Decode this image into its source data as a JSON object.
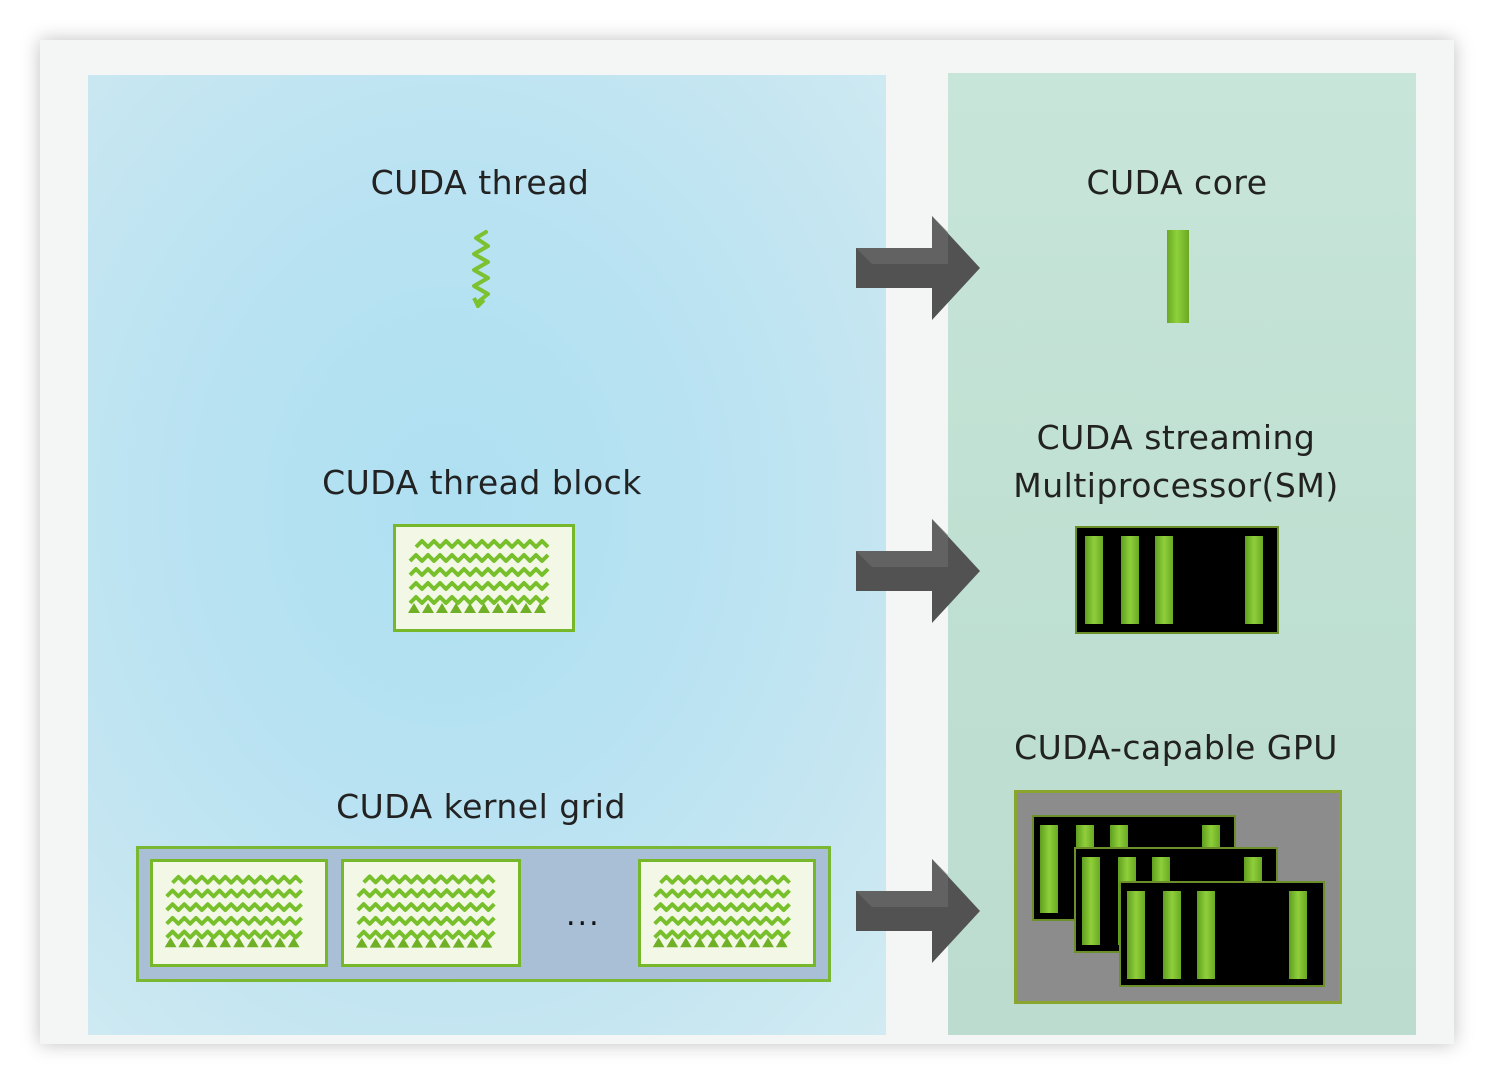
{
  "diagram": {
    "left_column": {
      "items": [
        {
          "label": "CUDA thread"
        },
        {
          "label": "CUDA thread block"
        },
        {
          "label": "CUDA kernel grid",
          "ellipsis": "..."
        }
      ]
    },
    "right_column": {
      "items": [
        {
          "label": "CUDA core"
        },
        {
          "label_line1": "CUDA streaming",
          "label_line2": "Multiprocessor(SM)"
        },
        {
          "label": "CUDA-capable GPU"
        }
      ]
    },
    "mappings": [
      {
        "from": "CUDA thread",
        "to": "CUDA core"
      },
      {
        "from": "CUDA thread block",
        "to": "CUDA streaming Multiprocessor(SM)"
      },
      {
        "from": "CUDA kernel grid",
        "to": "CUDA-capable GPU"
      }
    ],
    "colors": {
      "accent_green": "#76b82a",
      "left_bg": "#b8e2f2",
      "right_bg": "#c3e2d6",
      "arrow": "#4a4a4a"
    }
  }
}
